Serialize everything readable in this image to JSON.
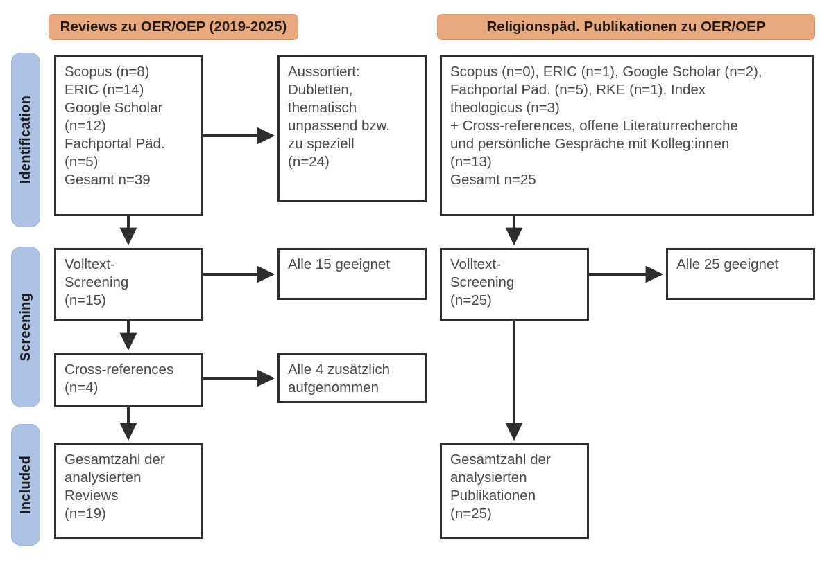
{
  "diagram": {
    "title": "PRISMA-Flussdiagramm",
    "colors": {
      "header_pill": "#e8a97e",
      "stage_bar": "#aec2e6",
      "box_border": "#2e2e2e",
      "text": "#4a4a4a",
      "background": "#ffffff"
    }
  },
  "stages": [
    {
      "id": "identification",
      "label": "Identification"
    },
    {
      "id": "screening",
      "label": "Screening"
    },
    {
      "id": "included",
      "label": "Included"
    }
  ],
  "columns": {
    "left": {
      "header": "Reviews zu OER/OEP (2019-2025)",
      "boxes": {
        "sources": "Scopus (n=8)\nERIC (n=14)\nGoogle Scholar\n(n=12)\nFachportal Päd.\n(n=5)\nGesamt n=39",
        "excluded": "Aussortiert:\nDubletten,\nthematisch\nunpassend bzw.\nzu speziell\n(n=24)",
        "fulltext": "Volltext-\nScreening\n(n=15)",
        "all_suited": "Alle 15 geeignet",
        "crossrefs": "Cross-references\n(n=4)",
        "crossrefs_note": "Alle 4 zusätzlich\naufgenommen",
        "total": "Gesamtzahl der\nanalysierten\nReviews\n(n=19)"
      }
    },
    "right": {
      "header": "Religionspäd. Publikationen zu OER/OEP",
      "boxes": {
        "sources": "Scopus (n=0), ERIC (n=1), Google Scholar (n=2),\nFachportal Päd. (n=5), RKE (n=1), Index\ntheologicus (n=3)\n+ Cross-references, offene Literaturrecherche\nund persönliche Gespräche mit Kolleg:innen\n(n=13)\nGesamt n=25",
        "fulltext": "Volltext-\nScreening\n(n=25)",
        "all_suited": "Alle 25 geeignet",
        "total": "Gesamtzahl der\nanalysierten\nPublikationen\n(n=25)"
      }
    }
  },
  "chart_data": {
    "type": "diagram",
    "title": "PRISMA flow of records for two review strands",
    "strands": [
      {
        "name": "Reviews zu OER/OEP (2019-2025)",
        "identification": {
          "sources": [
            {
              "database": "Scopus",
              "n": 8
            },
            {
              "database": "ERIC",
              "n": 14
            },
            {
              "database": "Google Scholar",
              "n": 12
            },
            {
              "database": "Fachportal Päd.",
              "n": 5
            }
          ],
          "total": 39,
          "excluded": {
            "reasons": "Dubletten, thematisch unpassend bzw. zu speziell",
            "n": 24
          }
        },
        "screening": {
          "fulltext_screening_n": 15,
          "fulltext_result": "Alle 15 geeignet",
          "cross_references_n": 4,
          "cross_references_result": "Alle 4 zusätzlich aufgenommen"
        },
        "included": {
          "label": "Gesamtzahl der analysierten Reviews",
          "n": 19
        }
      },
      {
        "name": "Religionspäd. Publikationen zu OER/OEP",
        "identification": {
          "sources": [
            {
              "database": "Scopus",
              "n": 0
            },
            {
              "database": "ERIC",
              "n": 1
            },
            {
              "database": "Google Scholar",
              "n": 2
            },
            {
              "database": "Fachportal Päd.",
              "n": 5
            },
            {
              "database": "RKE",
              "n": 1
            },
            {
              "database": "Index theologicus",
              "n": 3
            },
            {
              "database": "Cross-references, offene Literaturrecherche und persönliche Gespräche mit Kolleg:innen",
              "n": 13
            }
          ],
          "total": 25
        },
        "screening": {
          "fulltext_screening_n": 25,
          "fulltext_result": "Alle 25 geeignet"
        },
        "included": {
          "label": "Gesamtzahl der analysierten Publikationen",
          "n": 25
        }
      }
    ]
  }
}
